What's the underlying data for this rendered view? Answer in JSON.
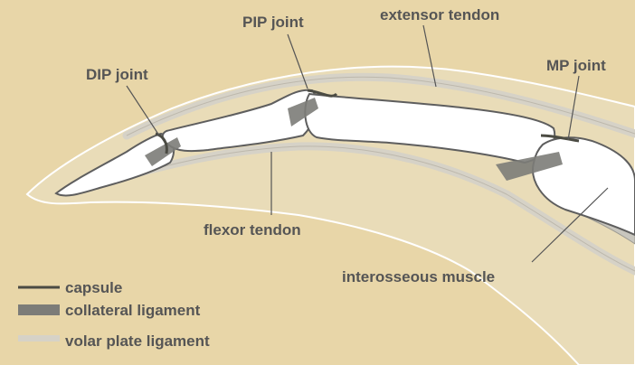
{
  "labels": {
    "pip_joint": "PIP joint",
    "extensor_tendon": "extensor tendon",
    "dip_joint": "DIP joint",
    "mp_joint": "MP joint",
    "flexor_tendon": "flexor tendon",
    "interosseous_muscle": "interosseous muscle"
  },
  "legend": [
    {
      "label": "capsule",
      "symbol": "capsule"
    },
    {
      "label": "collateral ligament",
      "symbol": "collateral"
    },
    {
      "label": "volar plate ligament",
      "symbol": "volar"
    }
  ],
  "colors": {
    "background": "#E8D6A8",
    "finger_outline": "#FFFFFF",
    "skin": "#E9DCB8",
    "tendon": "#D6D2C7",
    "bone": "#FFFFFF",
    "bone_outline": "#5E5E5E",
    "collateral": "#7C7C78",
    "capsule": "#4B4B43",
    "label_text": "#555555"
  }
}
